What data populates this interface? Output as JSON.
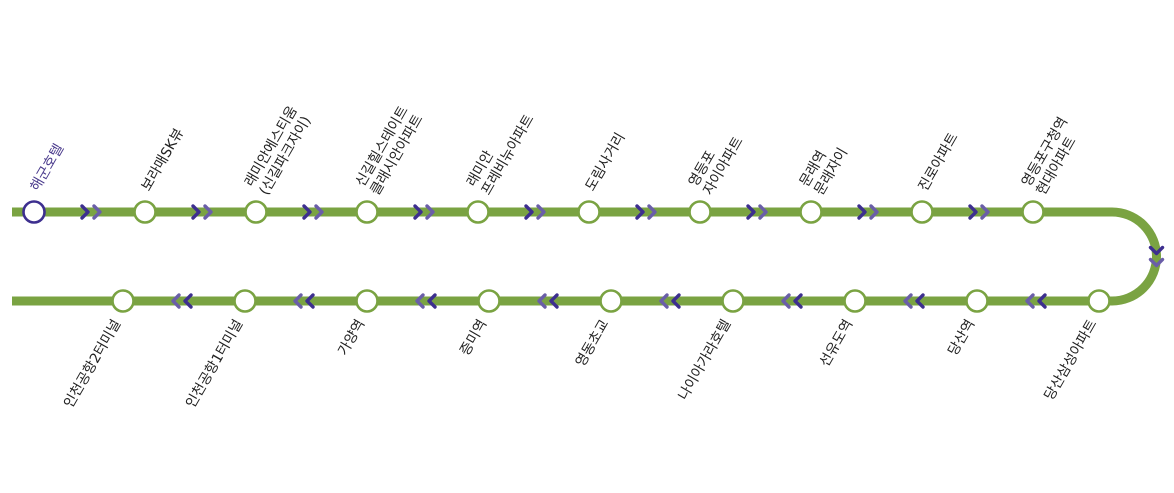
{
  "colors": {
    "route_line": "#7aa342",
    "current_stop": "#3d2f8f",
    "direction_arrow_primary": "#3d2f8f",
    "direction_arrow_secondary": "#6a5ea8",
    "stop_fill": "#ffffff",
    "label_text": "#222222",
    "current_label_text": "#4a3a8c"
  },
  "route": {
    "outbound_stops": [
      {
        "name": "해군호텔",
        "current": true
      },
      {
        "name": "보라매SK뷰"
      },
      {
        "name": "래미안에스티움",
        "name_line2": "(신길파크자이)"
      },
      {
        "name": "신길힐스테이트",
        "name_line2": "클래시안아파트"
      },
      {
        "name": "래미안",
        "name_line2": "프레비뉴아파트"
      },
      {
        "name": "도림사거리"
      },
      {
        "name": "영등포",
        "name_line2": "자이아파트"
      },
      {
        "name": "문래역",
        "name_line2": "문래자이"
      },
      {
        "name": "진로아파트"
      },
      {
        "name": "영등포구청역",
        "name_line2": "현대아파트"
      }
    ],
    "inbound_stops": [
      {
        "name": "당산삼성아파트"
      },
      {
        "name": "당산역"
      },
      {
        "name": "선유도역"
      },
      {
        "name": "나이아가라호텔"
      },
      {
        "name": "영동초교"
      },
      {
        "name": "증미역"
      },
      {
        "name": "가양역"
      },
      {
        "name": "인천공항1터미널"
      },
      {
        "name": "인천공항2터미널"
      }
    ],
    "turn_direction_icon": "double-chevron-down-icon",
    "outbound_direction_icon": "double-chevron-right-icon",
    "inbound_direction_icon": "double-chevron-left-icon"
  }
}
